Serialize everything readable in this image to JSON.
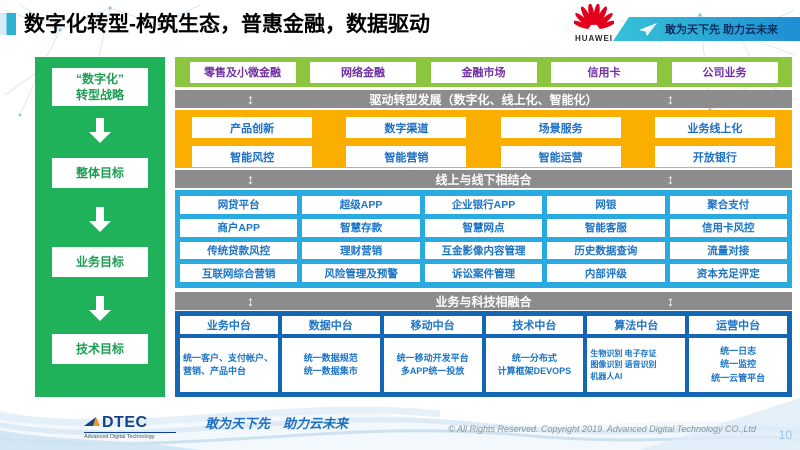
{
  "colors": {
    "sidebar_green": "#1FB25A",
    "row_green": "#8CC63F",
    "yellow": "#F9AE00",
    "light_blue": "#29ABE2",
    "dark_blue": "#1467B5",
    "divider_gray": "#8C8C8C",
    "purple_text": "#7030A0",
    "blue_text": "#1B74C5",
    "huawei_red": "#E2001A"
  },
  "header": {
    "title": "数字化转型-构筑生态，普惠金融，数据驱动",
    "huawei_brand": "HUAWEI",
    "banner_slogan": "敢为天下先 助力云未来"
  },
  "strategy_panel": {
    "items": [
      {
        "label": "“数字化”\n转型战略"
      },
      {
        "label": "整体目标"
      },
      {
        "label": "业务目标"
      },
      {
        "label": "技术目标"
      }
    ]
  },
  "business_lines": {
    "items": [
      "零售及小微金融",
      "网络金融",
      "金融市场",
      "信用卡",
      "公司业务"
    ]
  },
  "divider_1": {
    "label": "驱动转型发展（数字化、线上化、智能化）"
  },
  "capabilities": {
    "rows": [
      [
        "产品创新",
        "数字渠道",
        "场景服务",
        "业务线上化"
      ],
      [
        "智能风控",
        "智能营销",
        "智能运营",
        "开放银行"
      ]
    ]
  },
  "divider_2": {
    "label": "线上与线下相结合"
  },
  "applications": {
    "rows": [
      [
        "网贷平台",
        "超级APP",
        "企业银行APP",
        "网银",
        "聚合支付"
      ],
      [
        "商户APP",
        "智慧存款",
        "智慧网点",
        "智能客服",
        "信用卡风控"
      ],
      [
        "传统贷款风控",
        "理财营销",
        "互金影像内容管理",
        "历史数据查询",
        "流量对接"
      ],
      [
        "互联网综合营销",
        "风险管理及预警",
        "诉讼案件管理",
        "内部评级",
        "资本充足评定"
      ]
    ]
  },
  "divider_3": {
    "label": "业务与科技相融合"
  },
  "platforms": {
    "columns": [
      {
        "title": "业务中台",
        "detail": "统一客户、支付帐户、营销、产品中台"
      },
      {
        "title": "数据中台",
        "detail": "统一数据规范\n统一数据集市"
      },
      {
        "title": "移动中台",
        "detail": "统一移动开发平台\n多APP统一投放"
      },
      {
        "title": "技术中台",
        "detail": "统一分布式\n计算框架DEVOPS"
      },
      {
        "title": "算法中台",
        "detail": "生物识别 电子存证\n图像识别 语音识别\n机器人AI"
      },
      {
        "title": "运营中台",
        "detail": "统一日志\n统一监控\n统一云管平台"
      }
    ]
  },
  "icons": {
    "updown_arrow": "↕"
  },
  "footer": {
    "logo": "DTEC",
    "logo_sub": "Advanced Digital Technology",
    "slogan": "敢为天下先　助力云未来",
    "copyright": "© All Rights Reserved. Copyright 2019. Advanced Digital Technology CO.,Ltd",
    "page": "10"
  }
}
